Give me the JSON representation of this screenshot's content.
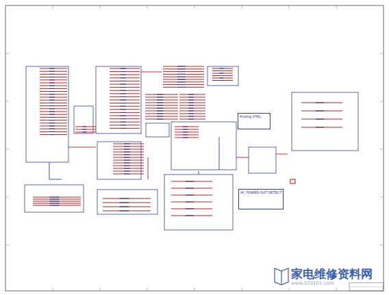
{
  "diagram": {
    "nodes": [
      {
        "text": [
          "AC POWER OUT DETECT"
        ]
      },
      {
        "text": [
          "Analog XTAL"
        ]
      }
    ],
    "labels": [
      "家电维修资料网",
      "www.520101.com"
    ]
  }
}
